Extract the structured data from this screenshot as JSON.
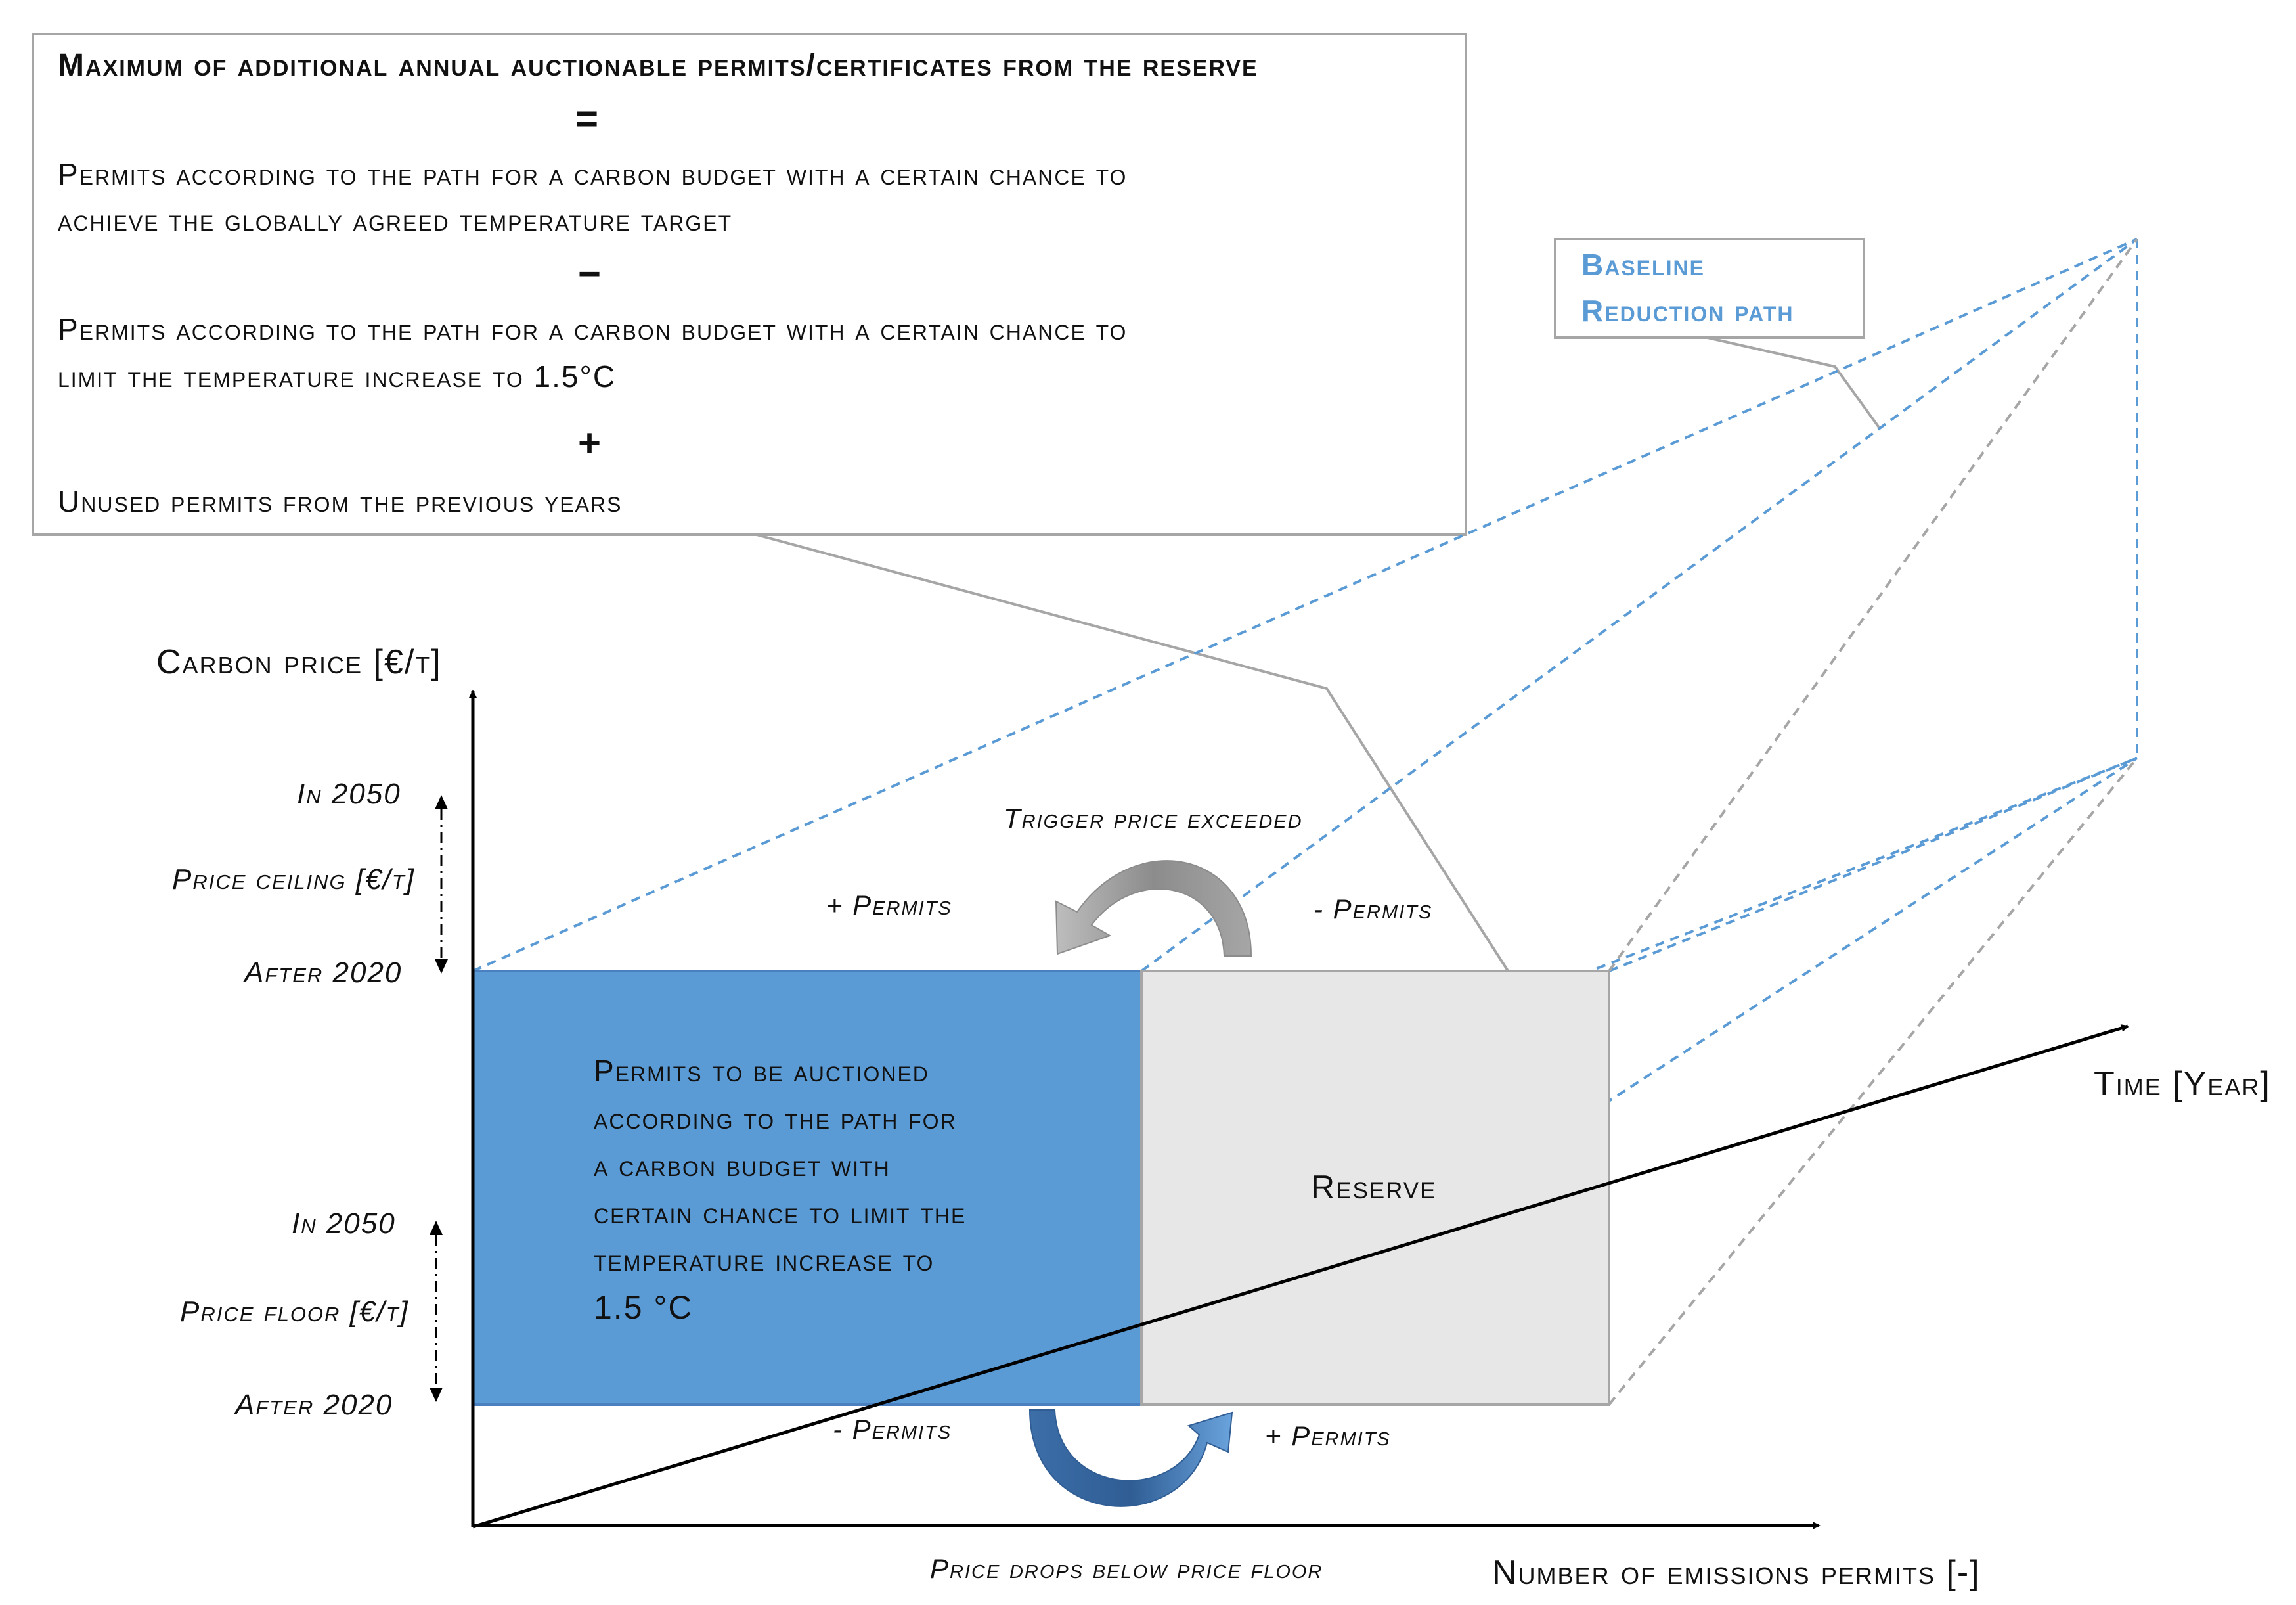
{
  "formula": {
    "title": "Maximum of additional annual auctionable permits/certificates from the reserve",
    "equals": "=",
    "term1_line1": "Permits according to the path for a carbon budget with a certain chance to",
    "term1_line2": "achieve the globally agreed temperature target",
    "minus": "−",
    "term2_line1": "Permits according to the path for a carbon budget with a certain chance to",
    "term2_line2": "limit the temperature increase to 1.5°C",
    "plus": "+",
    "term3": "Unused permits from the previous years"
  },
  "baseline_label": {
    "line1": "Baseline",
    "line2": "Reduction path"
  },
  "axes": {
    "y_label": "Carbon price [€/t]",
    "x_label": "Number of emissions permits [-]",
    "time_label": "Time [Year]"
  },
  "price_ceiling": {
    "top": "In 2050",
    "middle": "Price ceiling [€/t]",
    "bottom": "After 2020"
  },
  "price_floor": {
    "top": "In 2050",
    "middle": "Price floor [€/t]",
    "bottom": "After 2020"
  },
  "blue_box": {
    "line1": "Permits to be auctioned",
    "line2": "according to the path for",
    "line3": "a carbon budget with",
    "line4": "certain chance to limit the",
    "line5": "temperature increase to",
    "line6": "1.5 °C"
  },
  "reserve_label": "Reserve",
  "top_flow": {
    "trigger": "Trigger price exceeded",
    "left": "+ Permits",
    "right": "- Permits"
  },
  "bottom_flow": {
    "trigger": "Price drops below price floor",
    "left": "- Permits",
    "right": "+ Permits"
  },
  "colors": {
    "blue_fill": "#5b9bd5",
    "reserve_fill": "#e7e7e7",
    "grey_line": "#a6a6a6",
    "blue_dash": "#5b9bd5",
    "arrow_grey": "#a6a6a6",
    "arrow_blue": "#4a7fc0"
  }
}
